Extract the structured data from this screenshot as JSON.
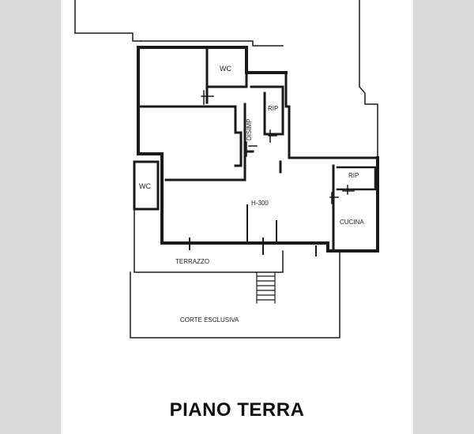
{
  "plan": {
    "title": "PIANO TERRA",
    "rooms": {
      "wc_top": "WC",
      "rip_top": "RIP",
      "disimp": "DISIMP",
      "wc_left": "WC",
      "living": "H-300",
      "rip_right": "RIP",
      "cucina": "CUCINA",
      "terrazzo": "TERRAZZO",
      "corte": "CORTE ESCLUSIVA"
    }
  }
}
